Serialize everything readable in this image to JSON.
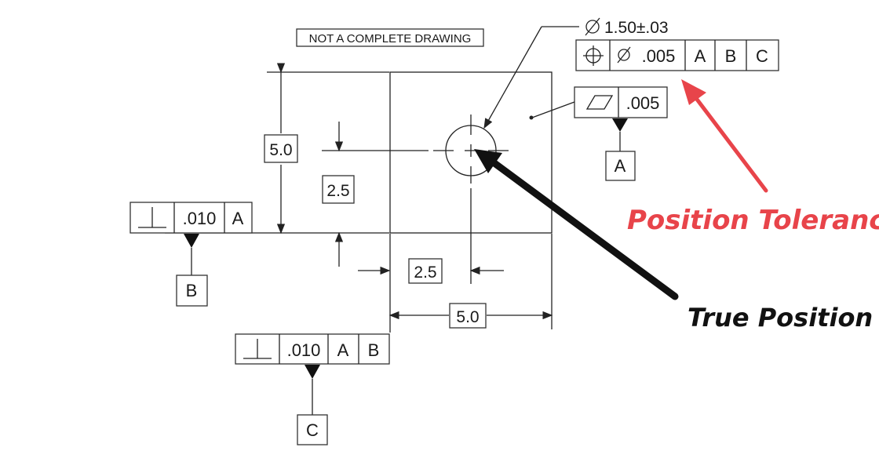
{
  "note": "NOT A COMPLETE DRAWING",
  "hole_callout": "1.50±.03",
  "position_fcf": {
    "tolerance": ".005",
    "datums": [
      "A",
      "B",
      "C"
    ],
    "symbol_icon": "position-icon",
    "diameter_icon": "diameter-icon"
  },
  "flatness_fcf": {
    "tolerance": ".005",
    "datum": "A",
    "symbol_icon": "flatness-icon"
  },
  "left_fcf": {
    "tolerance": ".010",
    "datums": [
      "A"
    ],
    "datum_feature": "B",
    "symbol_icon": "perpendicularity-icon"
  },
  "bottom_fcf": {
    "tolerance": ".010",
    "datums": [
      "A",
      "B"
    ],
    "datum_feature": "C",
    "symbol_icon": "perpendicularity-icon"
  },
  "dims": {
    "height": "5.0",
    "hole_y": "2.5",
    "hole_x": "2.5",
    "width": "5.0"
  },
  "annotations": {
    "position_tolerance": "Position Tolerance",
    "true_position": "True Position"
  },
  "colors": {
    "red_annotation": "#e8444a",
    "black_annotation": "#111111"
  }
}
